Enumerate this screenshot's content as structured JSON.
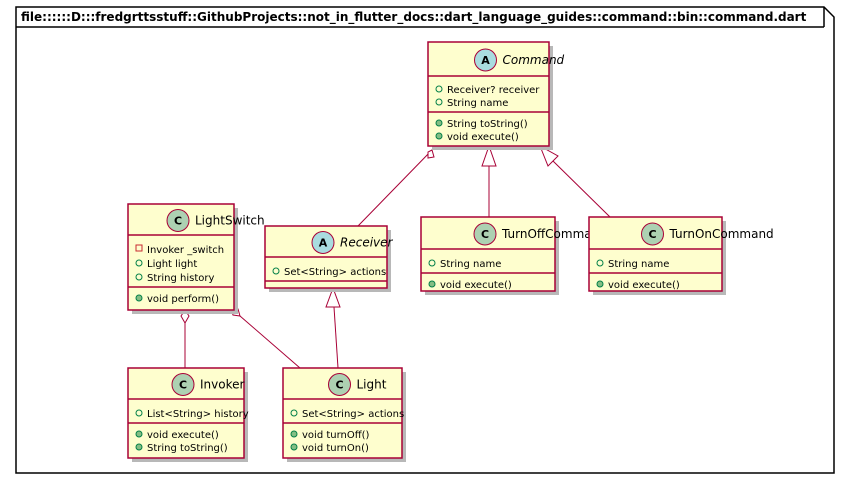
{
  "package": {
    "title": "file::::::D:::fredgrttsstuff::GithubProjects::not_in_flutter_docs::dart_language_guides::command::bin::command.dart"
  },
  "classes": {
    "command": {
      "stereotype": "A",
      "name": "Command",
      "fields": [
        "Receiver? receiver",
        "String name"
      ],
      "methods": [
        "String toString()",
        "void execute()"
      ]
    },
    "lightswitch": {
      "stereotype": "C",
      "name": "LightSwitch",
      "fields": [
        "Invoker _switch",
        "Light light",
        "String history"
      ],
      "methods": [
        "void perform()"
      ]
    },
    "receiver": {
      "stereotype": "A",
      "name": "Receiver",
      "fields": [
        "Set<String> actions"
      ],
      "methods": []
    },
    "turnoff": {
      "stereotype": "C",
      "name": "TurnOffCommand",
      "fields": [
        "String name"
      ],
      "methods": [
        "void execute()"
      ]
    },
    "turnon": {
      "stereotype": "C",
      "name": "TurnOnCommand",
      "fields": [
        "String name"
      ],
      "methods": [
        "void execute()"
      ]
    },
    "invoker": {
      "stereotype": "C",
      "name": "Invoker",
      "fields": [
        "List<String> history"
      ],
      "methods": [
        "void execute()",
        "String toString()"
      ]
    },
    "light": {
      "stereotype": "C",
      "name": "Light",
      "fields": [
        "Set<String> actions"
      ],
      "methods": [
        "void turnOff()",
        "void turnOn()"
      ]
    }
  },
  "colors": {
    "class_fill": "#fefece",
    "class_border": "#a80036",
    "abstract_circle": "#a9dcdf",
    "class_circle": "#add1b2",
    "public_green": "#038048",
    "private_red": "#c82930"
  }
}
